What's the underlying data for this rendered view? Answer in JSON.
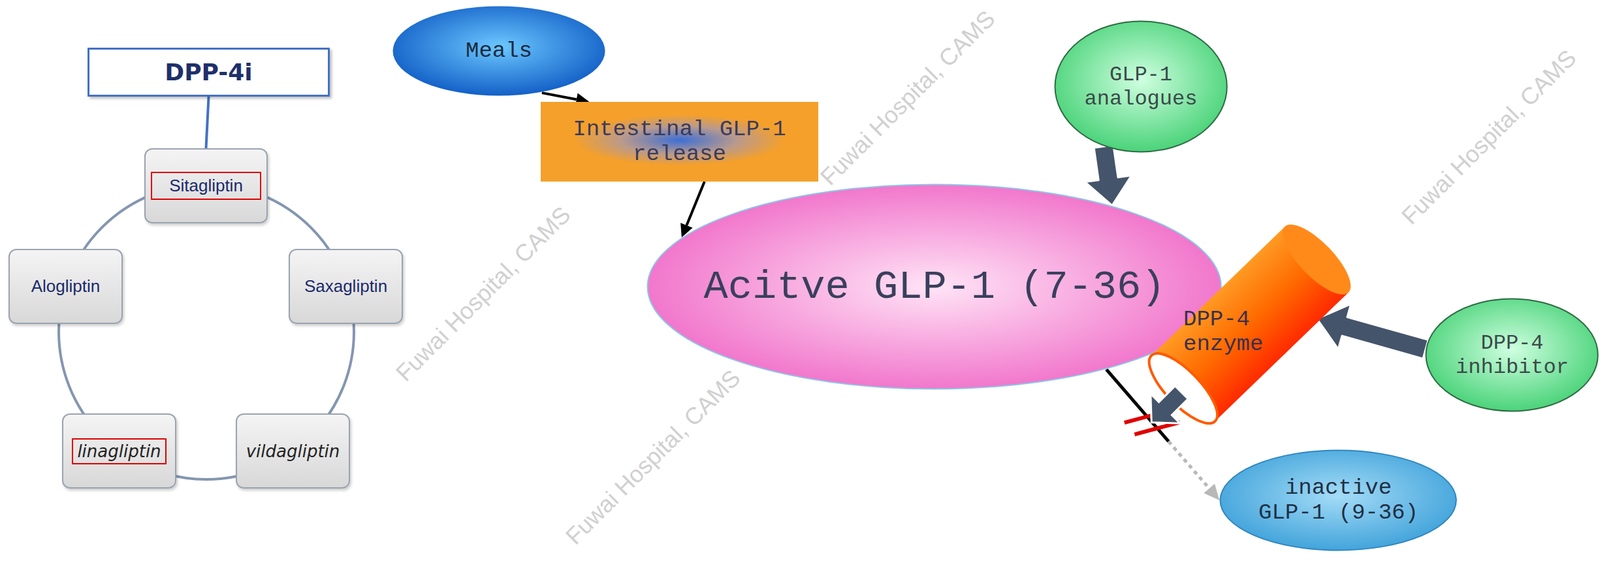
{
  "diagram": {
    "nodes": [
      {
        "text": [
          "DPP-4i"
        ]
      },
      {
        "text": [
          "Sitagliptin"
        ]
      },
      {
        "text": [
          "Alogliptin"
        ]
      },
      {
        "text": [
          "Saxagliptin"
        ]
      },
      {
        "text": [
          "linagliptin"
        ]
      },
      {
        "text": [
          "vildagliptin"
        ]
      },
      {
        "text": [
          "Meals"
        ]
      },
      {
        "text": [
          "Intestinal GLP-1 release"
        ]
      },
      {
        "text": [
          "Acitve GLP-1 (7-36)"
        ]
      },
      {
        "text": [
          "GLP-1 analogues"
        ]
      },
      {
        "text": [
          "DPP-4 enzyme"
        ]
      },
      {
        "text": [
          "DPP-4 inhibitor"
        ]
      },
      {
        "text": [
          "inactive GLP-1 (9-36)"
        ]
      }
    ],
    "edges": [
      {
        "from": 0,
        "to": 1,
        "arrow": "none"
      },
      {
        "from": 6,
        "to": 7,
        "arrow": "to"
      },
      {
        "from": 7,
        "to": 8,
        "arrow": "to"
      },
      {
        "from": 9,
        "to": 8,
        "arrow": "to"
      },
      {
        "from": 11,
        "to": 10,
        "arrow": "to"
      },
      {
        "from": 8,
        "to": 12,
        "arrow": "to"
      }
    ],
    "labels": [
      "Fuwai Hospital, CAMS",
      "Fuwai Hospital, CAMS",
      "Fuwai Hospital, CAMS",
      "Fuwai Hospital, CAMS"
    ]
  }
}
